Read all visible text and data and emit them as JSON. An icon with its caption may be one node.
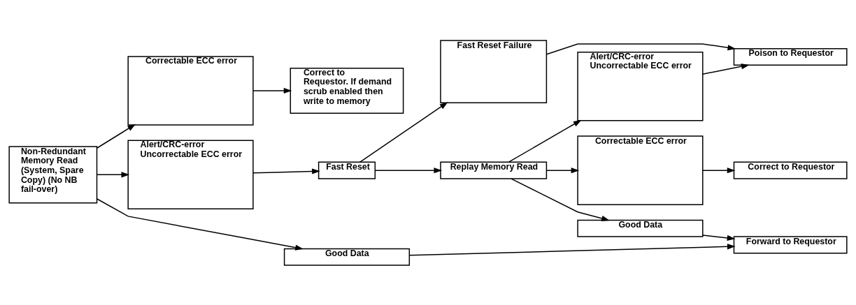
{
  "diagram": {
    "nodes": [
      {
        "text": [
          "Non-Redundant Memory Read (System, Spare Copy) (No NB fail-over)"
        ]
      },
      {
        "text": [
          "Correctable ECC error"
        ]
      },
      {
        "text": [
          "Alert/CRC-error Uncorrectable ECC error"
        ]
      },
      {
        "text": [
          "Good Data"
        ]
      },
      {
        "text": [
          "Fast Reset"
        ]
      },
      {
        "text": [
          "Fast Reset Failure"
        ]
      },
      {
        "text": [
          "Replay Memory Read"
        ]
      },
      {
        "text": [
          "Alert/CRC-error Uncorrectable ECC error"
        ]
      },
      {
        "text": [
          "Correctable ECC error"
        ]
      },
      {
        "text": [
          "Good Data"
        ]
      },
      {
        "text": [
          "Correct to Requestor. If demand scrub enabled then write to memory"
        ]
      },
      {
        "text": [
          "Poison to Requestor"
        ]
      },
      {
        "text": [
          "Correct to Requestor"
        ]
      },
      {
        "text": [
          "Forward to Requestor"
        ]
      }
    ],
    "edges": [
      {
        "from": 0,
        "to": 1,
        "arrow": "to"
      },
      {
        "from": 0,
        "to": 2,
        "arrow": "to"
      },
      {
        "from": 0,
        "to": 3,
        "arrow": "to"
      },
      {
        "from": 2,
        "to": 4,
        "arrow": "to"
      },
      {
        "from": 4,
        "to": 5,
        "arrow": "to"
      },
      {
        "from": 4,
        "to": 6,
        "arrow": "to"
      },
      {
        "from": 6,
        "to": 7,
        "arrow": "to"
      },
      {
        "from": 6,
        "to": 8,
        "arrow": "to"
      },
      {
        "from": 6,
        "to": 9,
        "arrow": "to"
      },
      {
        "from": 1,
        "to": 10,
        "arrow": "to"
      },
      {
        "from": 5,
        "to": 11,
        "arrow": "to"
      },
      {
        "from": 7,
        "to": 11,
        "arrow": "to"
      },
      {
        "from": 8,
        "to": 12,
        "arrow": "to"
      },
      {
        "from": 9,
        "to": 13,
        "arrow": "to"
      },
      {
        "from": 3,
        "to": 13,
        "arrow": "to"
      }
    ]
  }
}
